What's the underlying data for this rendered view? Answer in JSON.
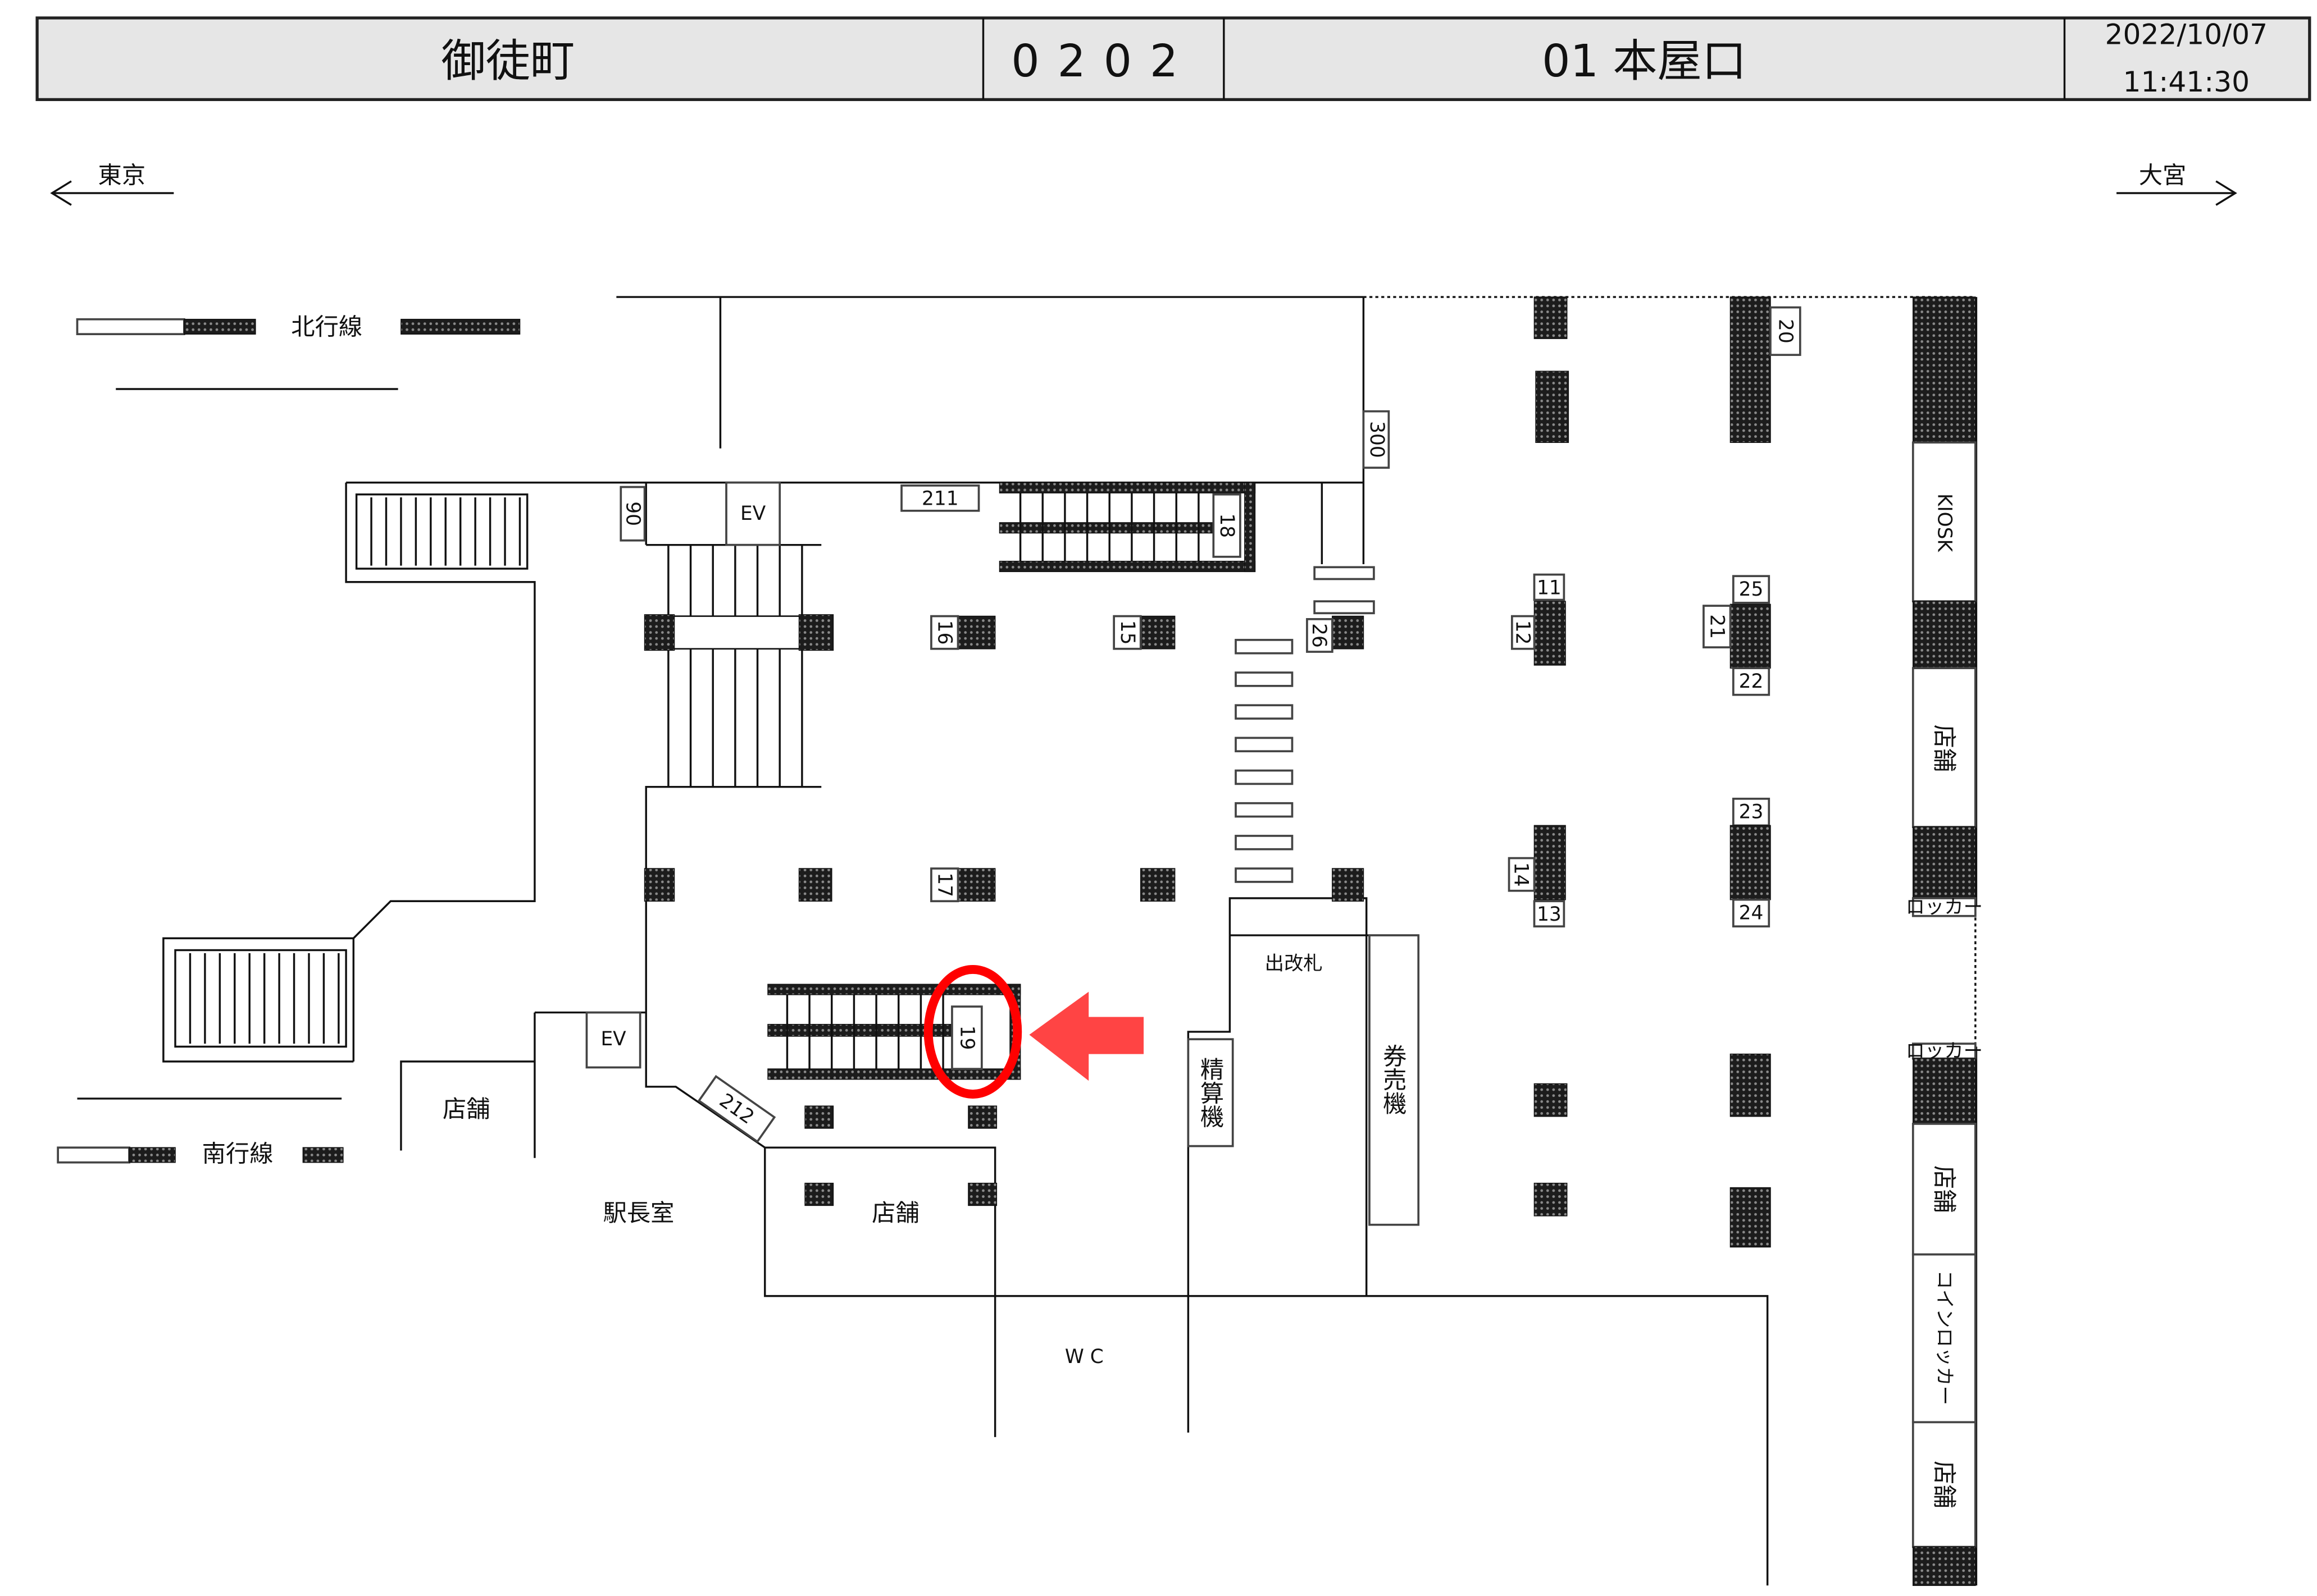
{
  "header": {
    "station": "御徒町",
    "code": "0202",
    "exit": "01 本屋口",
    "date": "2022/10/07",
    "time": "11:41:30"
  },
  "directions": {
    "left": "東京",
    "right": "大宮"
  },
  "legend": {
    "northbound": "北行線",
    "southbound": "南行線"
  },
  "rooms": {
    "ev_top": "EV",
    "ev_bottom": "EV",
    "shop_left": "店舗",
    "station_master": "駅長室",
    "shop_center": "店舗",
    "wc": "W C",
    "ticket_office": "出改札",
    "fare_adjust": "精算機",
    "ticket_machine": "券売機",
    "kiosk": "KIOSK",
    "shop_r1": "店舗",
    "locker_1": "ロッカー",
    "locker_2": "ロッカー",
    "shop_r2": "店舗",
    "coin_locker": "コインロッカー",
    "shop_r3": "店舗"
  },
  "labels": {
    "l90": "90",
    "l211": "211",
    "l18": "18",
    "l300": "300",
    "l16": "16",
    "l15": "15",
    "l26": "26",
    "l17": "17",
    "l19": "19",
    "l212": "212",
    "l20": "20",
    "l11": "11",
    "l12": "12",
    "l25": "25",
    "l21": "21",
    "l22": "22",
    "l23": "23",
    "l24": "24",
    "l14": "14",
    "l13": "13"
  },
  "highlight": {
    "target": "19",
    "color": "#ff0000",
    "arrow_color": "#ff4444"
  }
}
